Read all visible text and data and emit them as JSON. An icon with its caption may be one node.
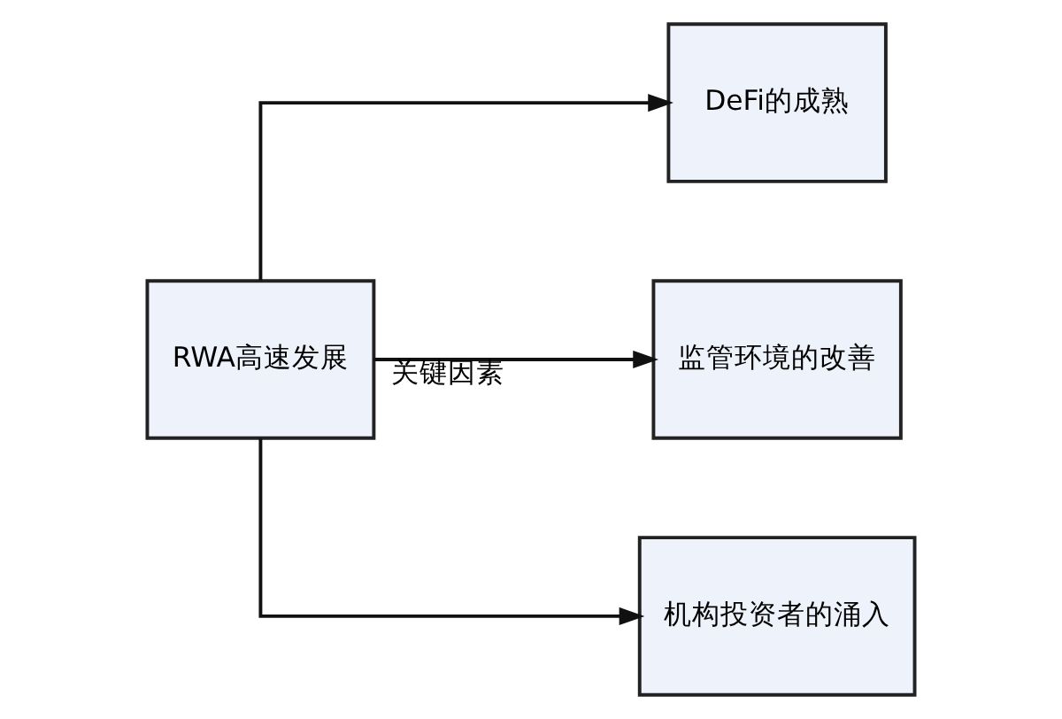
{
  "diagram": {
    "nodes": [
      {
        "text": [
          "RWA高速发展"
        ]
      },
      {
        "text": [
          "DeFi的成熟"
        ]
      },
      {
        "text": [
          "监管环境的改善"
        ]
      },
      {
        "text": [
          "机构投资者的涌入"
        ]
      }
    ],
    "edges": [
      {
        "from": 0,
        "to": 1,
        "arrow": "to"
      },
      {
        "from": 0,
        "to": 2,
        "arrow": "to",
        "label": "关键因素"
      },
      {
        "from": 0,
        "to": 3,
        "arrow": "to"
      }
    ]
  }
}
